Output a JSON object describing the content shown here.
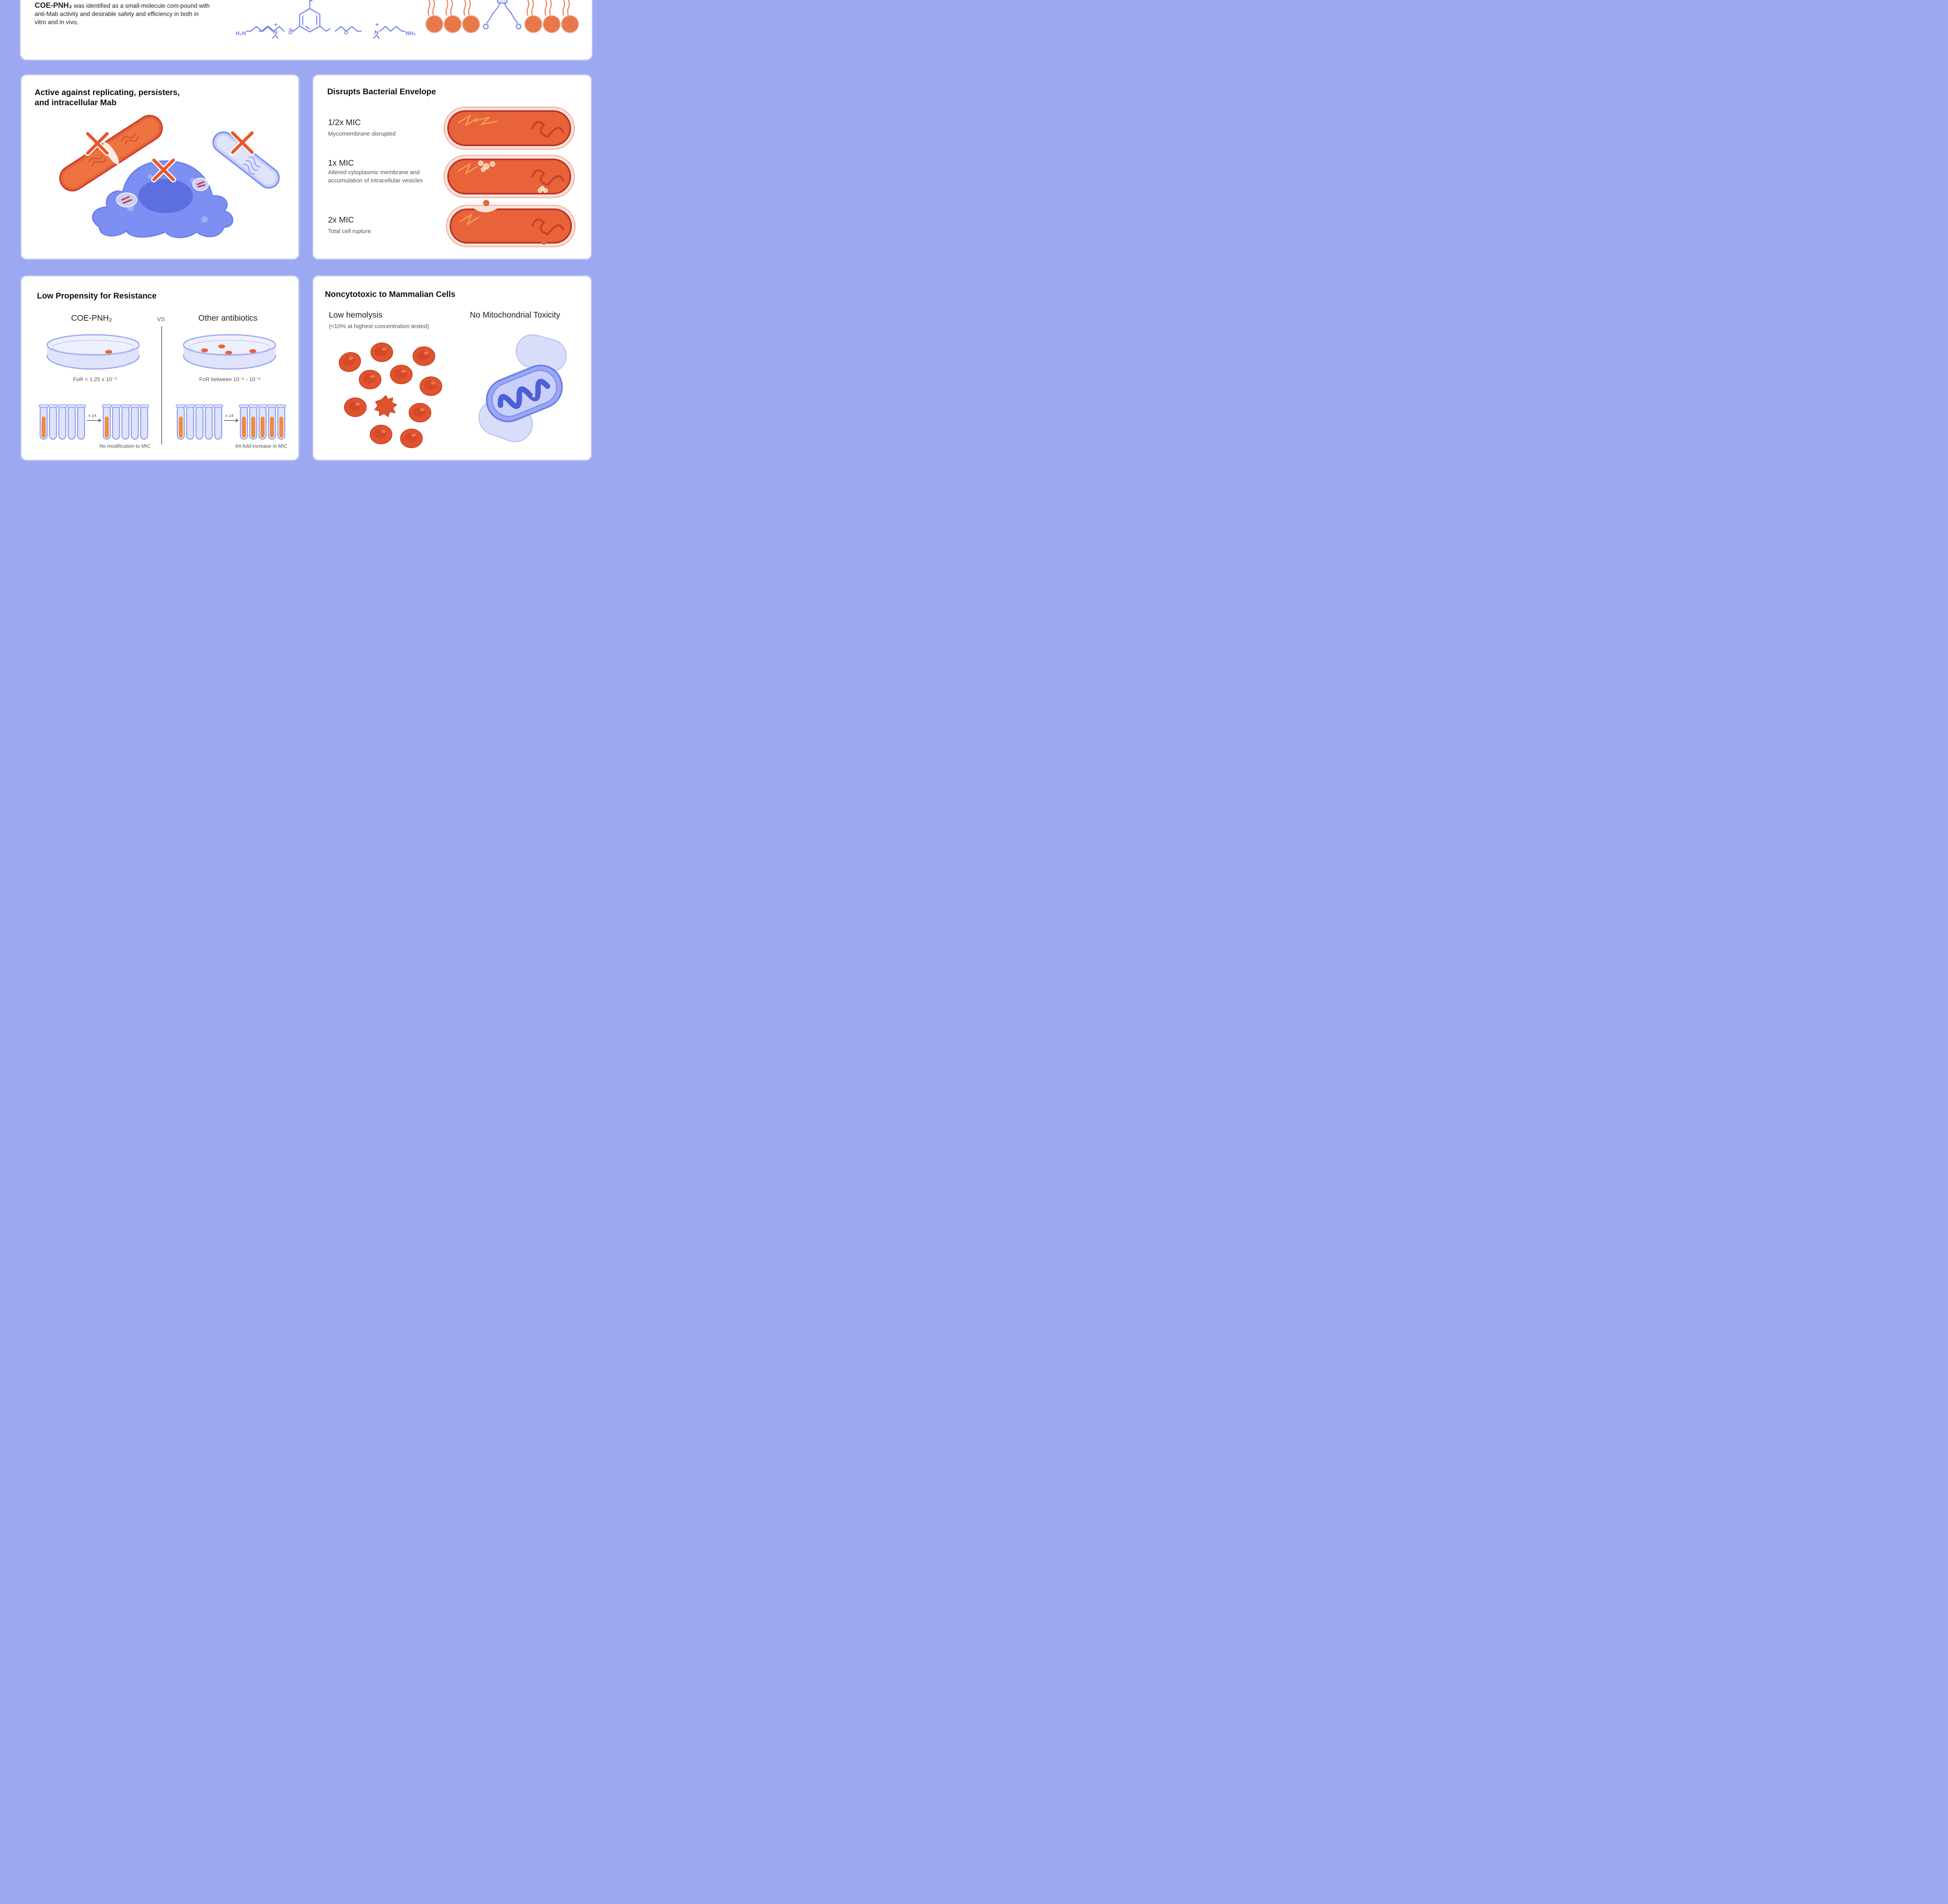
{
  "top": {
    "compound": "COE-PNH₂",
    "intro_text": " was identified as a small-molecule com-pound with anti-Mab activity and desirable safety and efficiency in both in vitro and in vivo,",
    "molecule": {
      "h2n": "H₂N",
      "nh2": "NH₂",
      "n_plus": "N",
      "o": "O",
      "plus": "+"
    }
  },
  "active": {
    "title_line1": "Active against replicating, persisters,",
    "title_line2": "and intracellular Mab"
  },
  "envelope": {
    "title": "Disrupts Bacterial Envelope",
    "levels": [
      {
        "label": "1/2x  MIC",
        "desc": "Mycomembrane disrupted"
      },
      {
        "label": "1x  MIC",
        "desc": "Altered cytoplasmic membrane and accumulation of intracellular vesicles"
      },
      {
        "label": "2x  MIC",
        "desc": "Total cell rupture"
      }
    ]
  },
  "resistance": {
    "title": "Low Propensity for Resistance",
    "left_name": "COE-PNH₂",
    "vs": "VS",
    "right_name": "Other antibiotics",
    "left_for": "FoR < 1.25 x 10⁻⁹",
    "right_for": "FoR between 10⁻⁵ - 10⁻⁸",
    "passage": "x 14",
    "left_result": "No modification to MIC",
    "right_result": "64-fold increase in MIC"
  },
  "noncyto": {
    "title": "Noncytotoxic to Mammalian Cells",
    "hemolysis": "Low hemolysis",
    "hemolysis_note": "(<10% at highest concentration tested)",
    "mito": "No Mitochondrial Toxicity"
  },
  "colors": {
    "background": "#9ca9f2",
    "orange": "#e8623a",
    "blue": "#7f8ff0",
    "red_cell": "#e0532f"
  }
}
